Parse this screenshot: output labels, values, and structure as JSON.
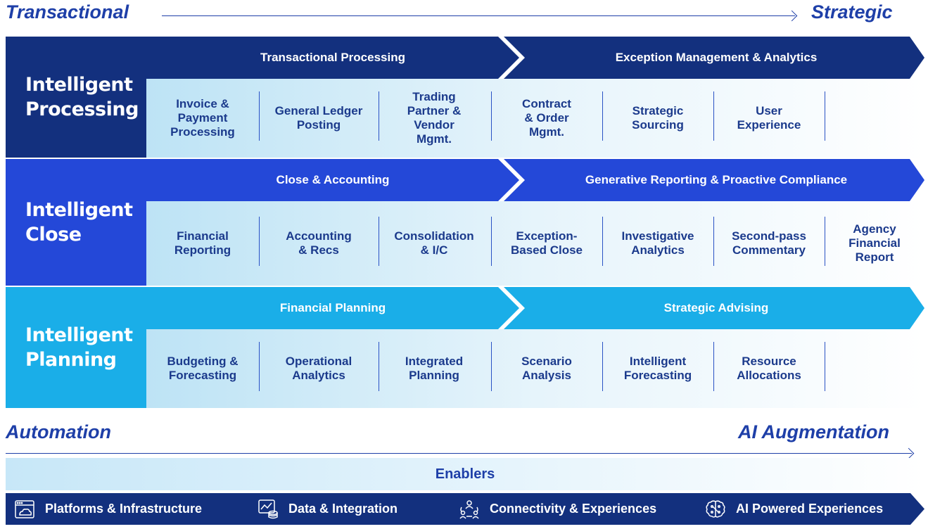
{
  "top_axis": {
    "left": "Transactional",
    "right": "Strategic"
  },
  "bottom_axis": {
    "left": "Automation",
    "right": "AI Augmentation"
  },
  "rows": [
    {
      "title_line1": "Intelligent",
      "title_line2": "Processing",
      "band_left": "Transactional Processing",
      "band_right": "Exception Management & Analytics",
      "colors": {
        "title": "#13307e",
        "band": "#13307e"
      },
      "items": [
        "Invoice &\nPayment\nProcessing",
        "General Ledger\nPosting",
        "Trading\nPartner &\nVendor\nMgmt.",
        "Contract\n& Order\nMgmt.",
        "Strategic\nSourcing",
        "User\nExperience"
      ]
    },
    {
      "title_line1": "Intelligent",
      "title_line2": "Close",
      "band_left": "Close & Accounting",
      "band_right": "Generative Reporting & Proactive Compliance",
      "colors": {
        "title": "#2448d8",
        "band": "#2448d8"
      },
      "items": [
        "Financial\nReporting",
        "Accounting\n& Recs",
        "Consolidation\n& I/C",
        "Exception-\nBased Close",
        "Investigative\nAnalytics",
        "Second-pass\nCommentary",
        "Agency\nFinancial\nReport"
      ]
    },
    {
      "title_line1": "Intelligent",
      "title_line2": "Planning",
      "band_left": "Financial Planning",
      "band_right": "Strategic Advising",
      "colors": {
        "title": "#1aaee8",
        "band": "#1aaee8"
      },
      "items": [
        "Budgeting &\nForecasting",
        "Operational\nAnalytics",
        "Integrated\nPlanning",
        "Scenario\nAnalysis",
        "Intelligent\nForecasting",
        "Resource\nAllocations"
      ]
    }
  ],
  "enablers": {
    "title": "Enablers",
    "items": [
      {
        "label": "Platforms & Infrastructure",
        "icon": "platform-icon"
      },
      {
        "label": "Data & Integration",
        "icon": "data-integration-icon"
      },
      {
        "label": "Connectivity & Experiences",
        "icon": "connectivity-icon"
      },
      {
        "label": "AI Powered Experiences",
        "icon": "ai-brain-icon"
      }
    ],
    "bar_color": "#13307e"
  }
}
